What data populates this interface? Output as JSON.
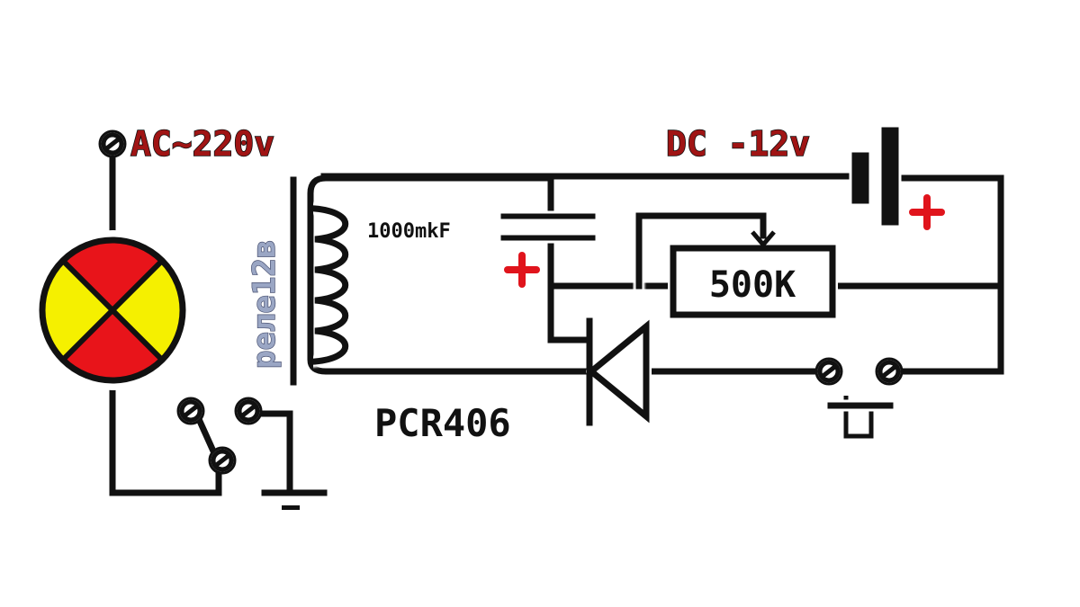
{
  "labels": {
    "ac_supply": "AC~220v",
    "dc_supply": "DC -12v",
    "relay": "реле12в",
    "capacitor": "1000mkF",
    "resistor": "500K",
    "thyristor": "PCR406"
  },
  "colors": {
    "wire": "#111111",
    "lamp_red": "#e8141a",
    "lamp_yellow": "#f5f000",
    "ac_label": "#a01414",
    "relay_label": "#9aa6c4",
    "polarity_plus": "#e0141c"
  },
  "icons": {
    "lamp": "lamp-cross-icon",
    "terminal": "screw-terminal-icon",
    "ground": "ground-icon",
    "battery": "battery-icon",
    "push_button": "push-button-icon",
    "thyristor": "thyristor-icon",
    "capacitor": "capacitor-icon",
    "potentiometer": "potentiometer-icon",
    "relay_coil": "relay-coil-icon"
  }
}
